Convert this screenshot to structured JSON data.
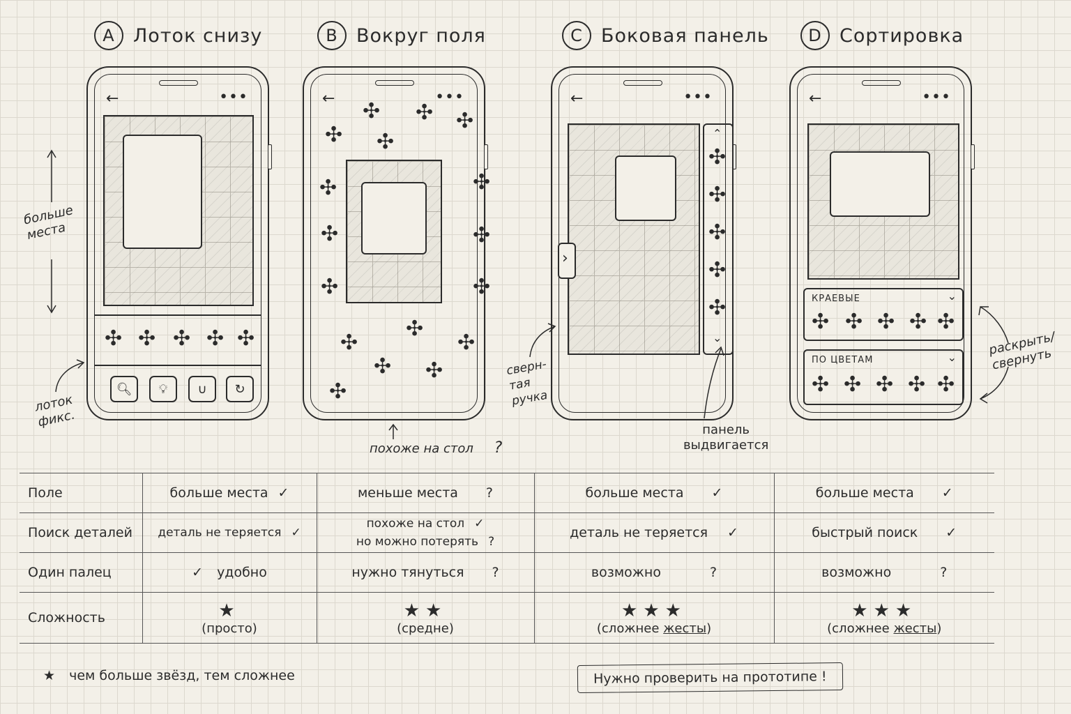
{
  "variants": [
    {
      "letter": "A",
      "title": "Лоток снизу"
    },
    {
      "letter": "B",
      "title": "Вокруг поля"
    },
    {
      "letter": "C",
      "title": "Боковая панель"
    },
    {
      "letter": "D",
      "title": "Сортировка"
    }
  ],
  "icons": {
    "back": "←",
    "more": "•••",
    "piece": "✣",
    "search": "🔍︎",
    "hint": "💡︎",
    "magnet": "∪",
    "reset": "↻",
    "chevron_down": "⌄",
    "chevron_right": "›"
  },
  "notes": {
    "more_space": "больше\nместа",
    "tray_fixed": "лоток\nфикс.",
    "like_table": "похоже на стол",
    "like_table_mark": "?",
    "collapsed_handle": "сверн-\nтая\nручка",
    "panel_slides": "панель\nвыдвигается",
    "expand_collapse": "раскрыть/\nсвернуть"
  },
  "variant_d": {
    "panel1_label": "КРАЕВЫЕ",
    "panel2_label": "ПО ЦВЕТАМ"
  },
  "table": {
    "rows": [
      {
        "label": "Поле",
        "cells": [
          {
            "text": "больше места",
            "mark": "✓"
          },
          {
            "text": "меньше места",
            "mark": "?"
          },
          {
            "text": "больше места",
            "mark": "✓"
          },
          {
            "text": "больше места",
            "mark": "✓"
          }
        ]
      },
      {
        "label": "Поиск деталей",
        "cells": [
          {
            "text": "деталь не теряется",
            "mark": "✓"
          },
          {
            "text": "похоже на стол",
            "mark": "✓",
            "text2": "но можно потерять",
            "mark2": "?"
          },
          {
            "text": "деталь не теряется",
            "mark": "✓"
          },
          {
            "text": "быстрый поиск",
            "mark": "✓"
          }
        ]
      },
      {
        "label": "Один палец",
        "cells": [
          {
            "prefix": "✓",
            "text": "удобно"
          },
          {
            "text": "нужно тянуться",
            "mark": "?"
          },
          {
            "text": "возможно",
            "mark": "?"
          },
          {
            "text": "возможно",
            "mark": "?"
          }
        ]
      }
    ],
    "complexity": {
      "label": "Сложность",
      "cells": [
        {
          "stars": "★",
          "note": "(просто)"
        },
        {
          "stars": "★★",
          "note": "(средне)"
        },
        {
          "stars": "★★★",
          "note_a": "(сложнее ",
          "note_b": "жесты",
          "note_c": ")"
        },
        {
          "stars": "★★★",
          "note_a": "(сложнее ",
          "note_b": "жесты",
          "note_c": ")"
        }
      ]
    }
  },
  "legend": {
    "star": "★",
    "text": "чем больше звёзд, тем сложнее"
  },
  "callout": "Нужно проверить на прототипе !"
}
